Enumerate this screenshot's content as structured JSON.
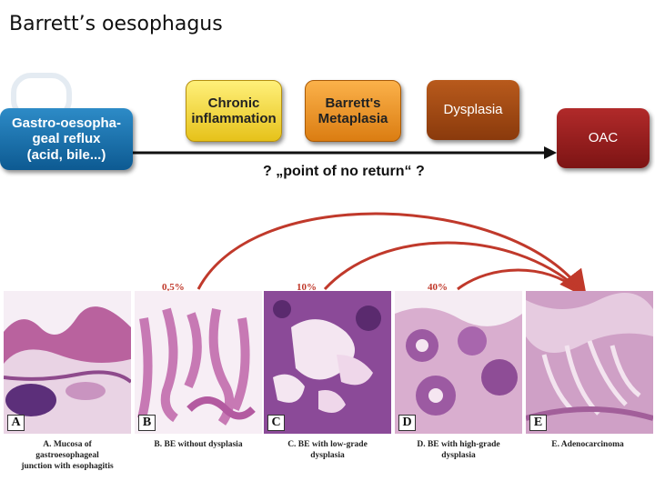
{
  "title": "Barrett’s oesophagus",
  "flow": {
    "reflux": "Gastro-oesopha-\ngeal reflux\n(acid, bile...)",
    "chronic": "Chronic\ninflammation",
    "metaplasia": "Barrett's\nMetaplasia",
    "dysplasia": "Dysplasia",
    "oac": "OAC",
    "no_return": "?  „point of no return“  ?"
  },
  "colors": {
    "reflux": "#0d5a92",
    "chronic": "#e6c21a",
    "metaplasia": "#db7d12",
    "dysplasia": "#8a3a0c",
    "oac": "#7d1414",
    "arrows": "#c0392b"
  },
  "percentages": [
    "0,5%",
    "10%",
    "40%"
  ],
  "panels": [
    {
      "letter": "A",
      "caption": "A. Mucosa of\ngastroesophageal\njunction with esophagitis"
    },
    {
      "letter": "B",
      "caption": "B. BE without dysplasia"
    },
    {
      "letter": "C",
      "caption": "C. BE with low-grade\ndysplasia"
    },
    {
      "letter": "D",
      "caption": "D. BE with high-grade\ndysplasia"
    },
    {
      "letter": "E",
      "caption": "E. Adenocarcinoma"
    }
  ]
}
